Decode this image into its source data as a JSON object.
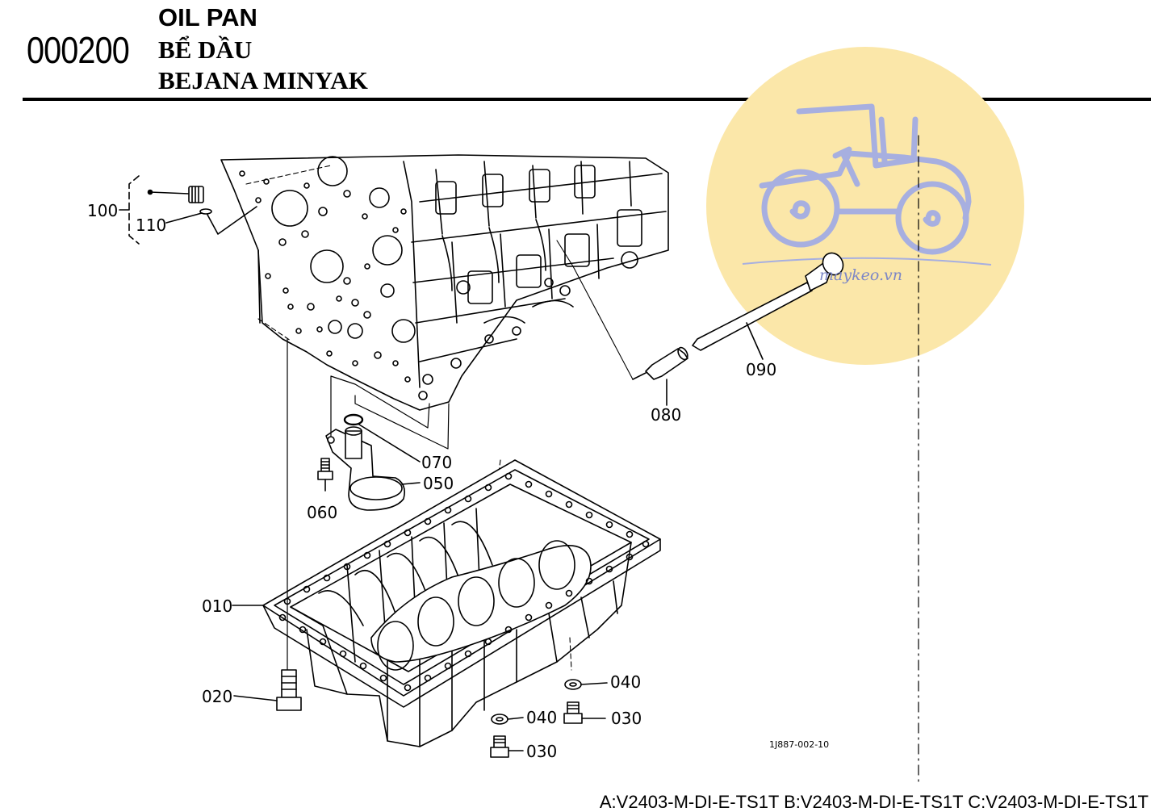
{
  "header": {
    "section_code": "000200",
    "title_en": "OIL PAN",
    "title_vi": "BỂ DẦU",
    "title_ms": "BEJANA MINYAK"
  },
  "watermark": {
    "text": "maykeo.vn",
    "circle_color": "#fbe7a9",
    "logo_color": "#a7afe0"
  },
  "callouts": {
    "p010": "010",
    "p020": "020",
    "p030a": "030",
    "p030b": "030",
    "p040a": "040",
    "p040b": "040",
    "p050": "050",
    "p060": "060",
    "p070": "070",
    "p080": "080",
    "p090": "090",
    "p100": "100",
    "p110": "110"
  },
  "drawing_number": "1J887-002-10",
  "applicable_models": "A:V2403-M-DI-E-TS1T B:V2403-M-DI-E-TS1T C:V2403-M-DI-E-TS1T"
}
